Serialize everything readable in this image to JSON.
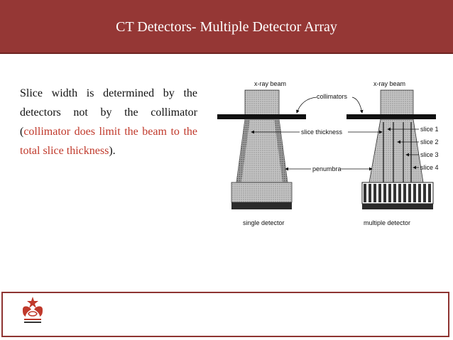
{
  "slide": {
    "title": "CT Detectors- Multiple Detector Array"
  },
  "body": {
    "part1": "Slice width is determined by the detectors not by the collimator (",
    "part2_red": "collimator does limit the beam to the total slice thickness",
    "part3": ")."
  },
  "figure": {
    "label_xray_left": "x-ray beam",
    "label_xray_right": "x-ray beam",
    "label_collimators": "collimators",
    "label_slice_thickness": "slice thickness",
    "label_penumbra": "penumbra",
    "slice_labels": [
      "slice 1",
      "slice 2",
      "slice 3",
      "slice 4"
    ],
    "label_single_detector": "single detector",
    "label_multiple_detector": "multiple detector"
  },
  "colors": {
    "title_bar": "#953735",
    "highlight_text": "#c0392b",
    "footer_border": "#8e3432"
  }
}
